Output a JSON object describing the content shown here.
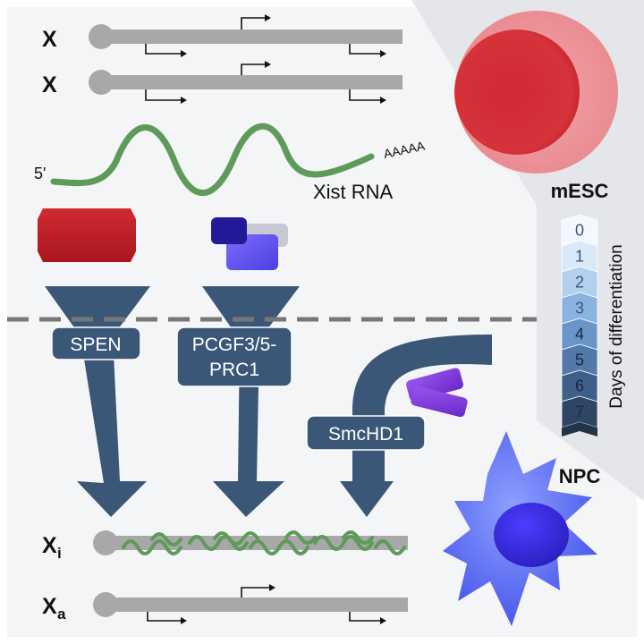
{
  "chromosomes": {
    "x_top_1": "X",
    "x_top_2": "X",
    "xi_main": "X",
    "xi_sub": "i",
    "xa_main": "X",
    "xa_sub": "a"
  },
  "rna": {
    "five_prime": "5'",
    "poly_a": "AAAAA",
    "label": "Xist RNA"
  },
  "pathways": [
    {
      "label": "SPEN"
    },
    {
      "label_line1": "PCGF3/5-",
      "label_line2": "PRC1"
    },
    {
      "label": "SmcHD1"
    }
  ],
  "cells": {
    "stem_label": "mESC",
    "neural_label": "NPC"
  },
  "timeline": {
    "axis_title": "Days of differentiation",
    "days": [
      "0",
      "1",
      "2",
      "3",
      "4",
      "5",
      "6",
      "7"
    ]
  },
  "colors": {
    "background_panel": "#f4f5f7",
    "chromosome_gray": "#a8a8a8",
    "arrow_navy": "#3a5778",
    "xist_green": "#5e9a5a",
    "spen_red": "#c0272d",
    "prc1_blue": "#6a5cf0",
    "smchd1_purple": "#8a40e0",
    "mesc_red": "#d6323a",
    "npc_blue": "#5a4cf0"
  }
}
